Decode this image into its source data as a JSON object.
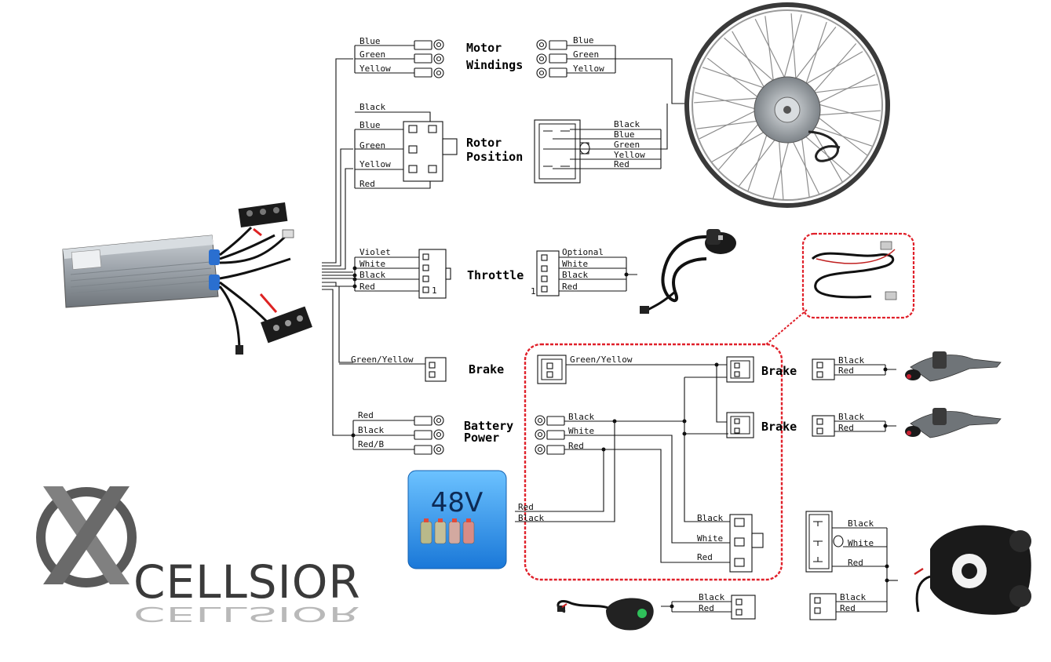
{
  "motor": {
    "title_line1": "Motor",
    "title_line2": "Windings",
    "left_wires": [
      "Blue",
      "Green",
      "Yellow"
    ],
    "right_wires": [
      "Blue",
      "Green",
      "Yellow"
    ]
  },
  "rotor": {
    "title_line1": "Rotor",
    "title_line2": "Position",
    "left_wires": [
      "Black",
      "Blue",
      "Green",
      "Yellow",
      "Red"
    ],
    "right_wires": [
      "Black",
      "Blue",
      "Green",
      "Yellow",
      "Red"
    ]
  },
  "throttle": {
    "title": "Throttle",
    "left_wires": [
      "Violet",
      "White",
      "Black",
      "Red"
    ],
    "left_pin": "1",
    "right_wires": [
      "Optional",
      "White",
      "Black",
      "Red"
    ],
    "right_pin": "1"
  },
  "brake": {
    "title": "Brake",
    "left_wire": "Green/Yellow",
    "right_wire": "Green/Yellow",
    "brake1_title": "Brake",
    "brake2_title": "Brake",
    "brake1_wires": [
      "Black",
      "Red"
    ],
    "brake2_wires": [
      "Black",
      "Red"
    ]
  },
  "battery": {
    "title_line1": "Battery",
    "title_line2": "Power",
    "left_wires": [
      "Red",
      "Black",
      "Red/B"
    ],
    "harness_wires": [
      "Black",
      "White",
      "Red"
    ],
    "pack_wires": [
      "Red",
      "Black"
    ],
    "voltage": "48V"
  },
  "switch_connector": {
    "wires": [
      "Black",
      "White",
      "Red"
    ]
  },
  "display": {
    "wires": [
      "Black",
      "White",
      "Red"
    ],
    "lower_wires": [
      "Black",
      "Red"
    ]
  },
  "power_switch": {
    "wires": [
      "Black",
      "Red"
    ]
  },
  "logo": {
    "text": "CELLSIOR"
  },
  "colors": {
    "harness_highlight": "#e0202a",
    "battery_fill": "#2a8fe0",
    "wire": "#111111"
  }
}
